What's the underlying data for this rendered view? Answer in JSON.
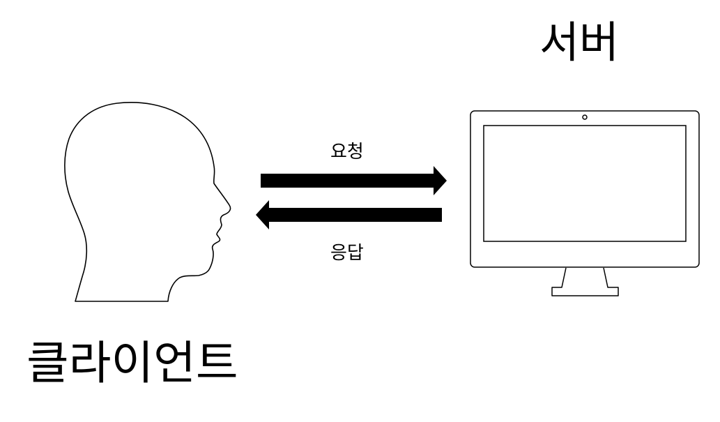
{
  "labels": {
    "server": "서버",
    "client": "클라이언트",
    "request": "요청",
    "response": "응답"
  },
  "icons": {
    "client": "human-head-profile",
    "server": "computer-monitor"
  },
  "colors": {
    "stroke": "#000000",
    "fill_arrow": "#000000",
    "background": "#ffffff"
  }
}
